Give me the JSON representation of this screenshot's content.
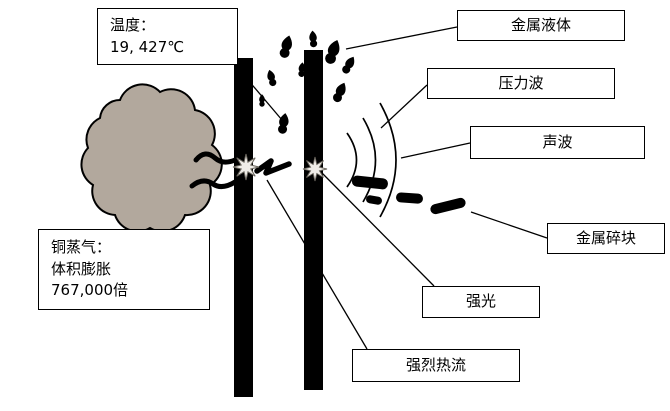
{
  "diagram": {
    "temperature_label": {
      "title": "温度：",
      "value": "19, 427℃"
    },
    "metal_liquid_label": "金属液体",
    "pressure_wave_label": "压力波",
    "sound_wave_label": "声波",
    "metal_fragments_label": "金属碎块",
    "copper_vapor_label": {
      "title": "铜蒸气：",
      "line2": "体积膨胀",
      "line3": "767,000倍"
    },
    "strong_light_label": "强光",
    "heat_flow_label": "强烈热流"
  },
  "colors": {
    "bg": "#ffffff",
    "ink": "#000000",
    "cloud": "#b2a89d"
  }
}
